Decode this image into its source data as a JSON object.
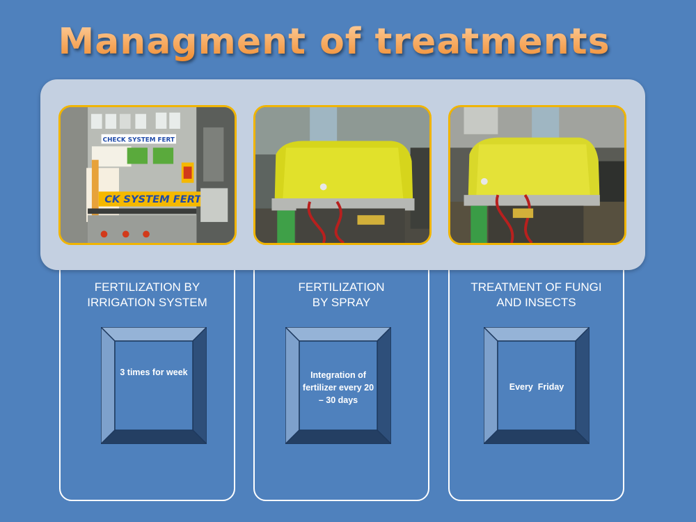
{
  "slide": {
    "title": "Managment of treatments",
    "columns": [
      {
        "heading": "FERTILIZATION BY IRRIGATION SYSTEM",
        "detail": "3 times for week",
        "photo_labels": [
          "CHECK SYSTEM FERT",
          "CK SYSTEM FERT"
        ]
      },
      {
        "heading": "FERTILIZATION BY SPRAY",
        "detail": "Integration of fertilizer every 20 – 30 days"
      },
      {
        "heading": "TREATMENT OF FUNGI AND INSECTS",
        "detail": "Every  Friday"
      }
    ]
  },
  "colors": {
    "background": "#4f81bd",
    "title_top": "#fdd0a0",
    "title_bottom": "#f08a2c",
    "photo_band": "#c4d0e1",
    "photo_border": "#f0b400",
    "bevel_face": "#4f81bd"
  }
}
